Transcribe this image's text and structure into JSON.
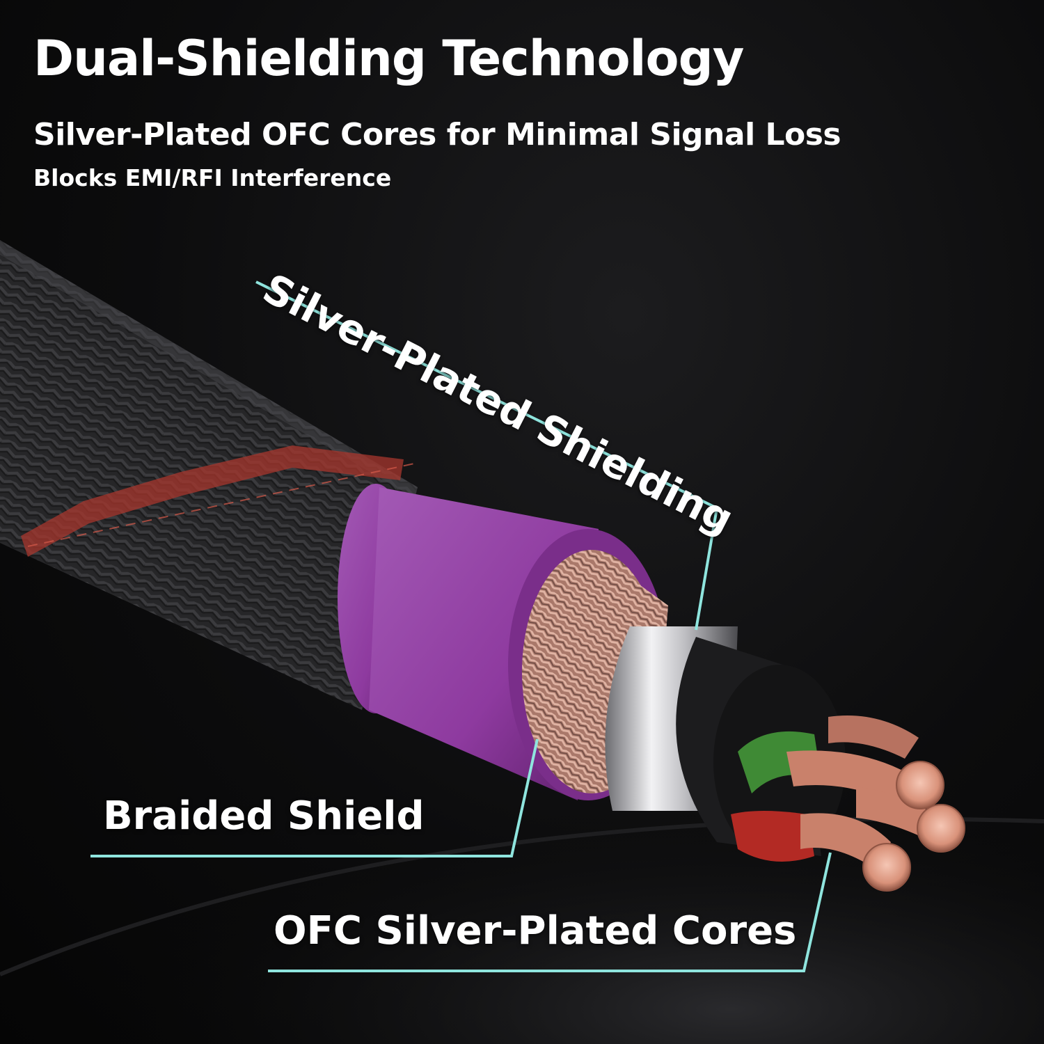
{
  "header": {
    "title": "Dual-Shielding Technology",
    "subtitle": "Silver-Plated OFC Cores for Minimal Signal Loss",
    "tagline": "Blocks EMI/RFI Interference"
  },
  "callouts": {
    "shielding": "Silver-Plated Shielding",
    "braided": "Braided Shield",
    "cores": "OFC Silver-Plated Cores"
  },
  "colors": {
    "accent_line": "#8fe5de",
    "jacket": "#2a2a2c",
    "jacket_stripe": "#a8372e",
    "inner_sleeve": "#8e3a9f",
    "copper": "#d9927a",
    "green_insulation": "#3f8a35",
    "red_insulation": "#b32a24"
  }
}
